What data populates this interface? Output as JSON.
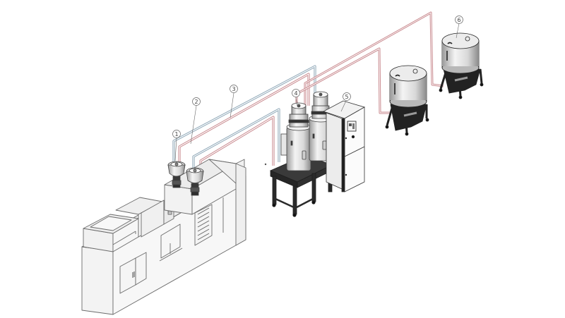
{
  "diagram": {
    "callouts": [
      {
        "id": "1",
        "label": "1",
        "target": "hopper-loader-left"
      },
      {
        "id": "2",
        "label": "2",
        "target": "pipe-blue-upper"
      },
      {
        "id": "3",
        "label": "3",
        "target": "pipe-red-upper"
      },
      {
        "id": "4",
        "label": "4",
        "target": "dryer-hopper-left"
      },
      {
        "id": "5",
        "label": "5",
        "target": "dehumidifier-cabinet"
      },
      {
        "id": "6",
        "label": "6",
        "target": "storage-bin-right"
      }
    ],
    "colors": {
      "pipe_blue": "#8fa8b8",
      "pipe_red": "#c98a8f",
      "outline": "#6b6b6b",
      "machine_fill": "#f2f2f2",
      "frame_dark": "#2e2e2e",
      "steel_light": "#e8e8e8",
      "steel_dark": "#9a9a9a"
    }
  }
}
